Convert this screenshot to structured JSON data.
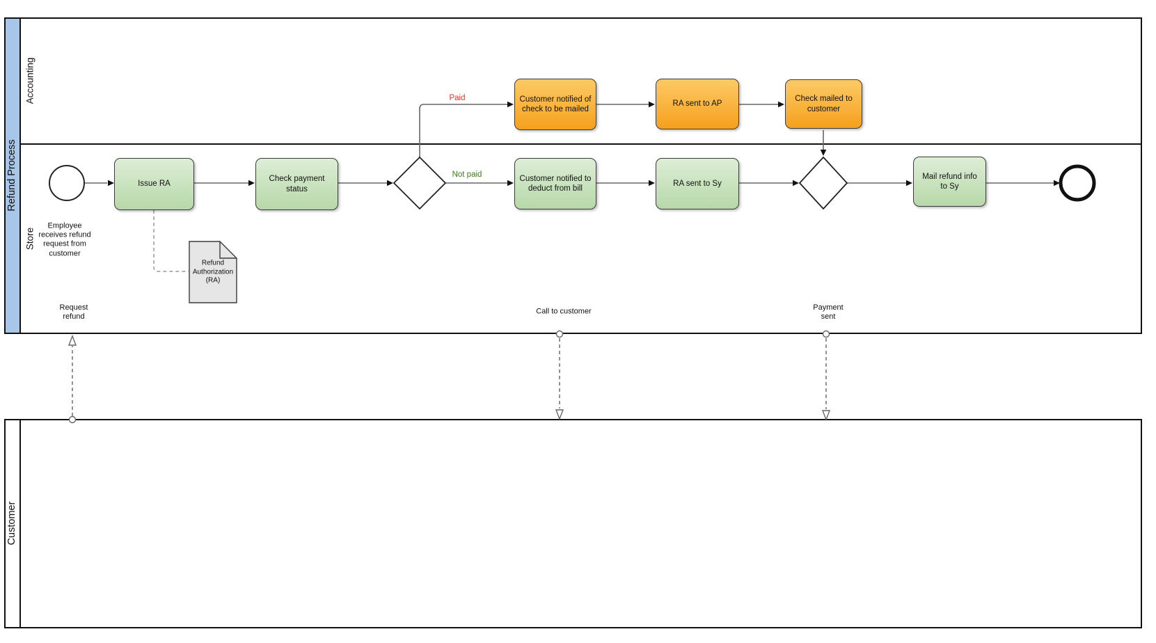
{
  "diagram": {
    "pools": {
      "refund_process": {
        "title": "Refund Process",
        "lanes": {
          "accounting": "Accounting",
          "store": "Store"
        }
      },
      "customer": {
        "title": "Customer"
      }
    },
    "events": {
      "start_label": "Employee receives refund request from customer"
    },
    "tasks": {
      "issue_ra": "Issue RA",
      "check_payment_status": "Check payment status",
      "customer_notified_check": "Customer notified of check to be mailed",
      "ra_sent_to_ap": "RA sent to AP",
      "check_mailed_to_customer": "Check mailed to customer",
      "customer_notified_deduct": "Customer notified to deduct from bill",
      "ra_sent_to_sy": "RA sent to Sy",
      "mail_refund_info": "Mail refund info to Sy"
    },
    "artifacts": {
      "document_label": "Refund Authorization (RA)"
    },
    "gateway_labels": {
      "paid": "Paid",
      "not_paid": "Not paid"
    },
    "message_flows": {
      "request_refund": "Request refund",
      "call_to_customer": "Call to customer",
      "payment_sent": "Payment sent"
    },
    "colors": {
      "pool_band_blue": "#a8c6e8",
      "task_green_top": "#ddeed7",
      "task_green_bottom": "#b7d8a8",
      "task_orange_top": "#fdca66",
      "task_orange_bottom": "#f5a01c",
      "label_paid_red": "#e63223",
      "label_not_paid_green": "#3f7d1e",
      "document_fill": "#e6e6e6",
      "connector_gray": "#666666"
    }
  }
}
